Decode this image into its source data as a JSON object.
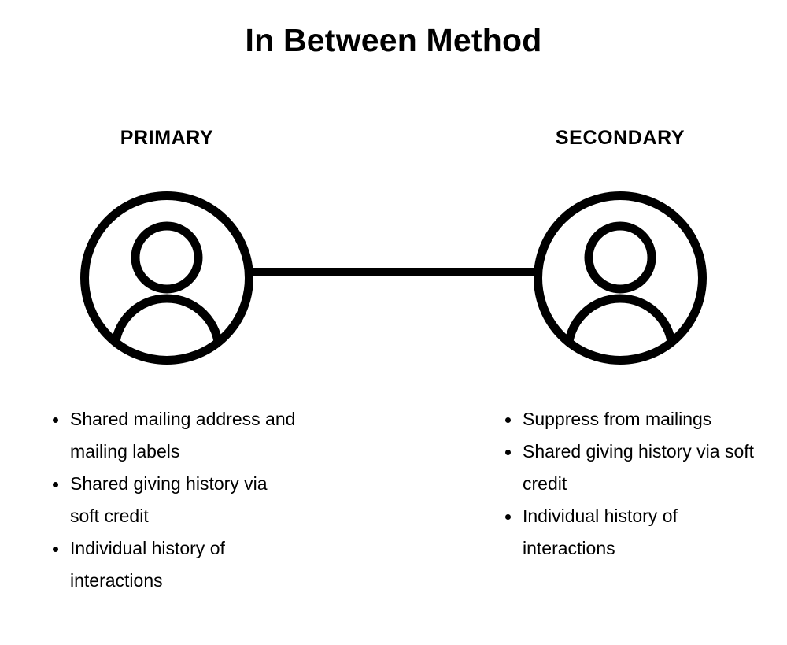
{
  "diagram": {
    "title": "In Between Method",
    "background_color": "#ffffff",
    "stroke_color": "#000000",
    "nodes": [
      {
        "id": "primary",
        "label": "PRIMARY",
        "icon": "person-avatar-icon",
        "bullets": [
          "Shared mailing address and mailing labels",
          "Shared giving history via soft credit",
          "Individual history of interactions"
        ]
      },
      {
        "id": "secondary",
        "label": "SECONDARY",
        "icon": "person-avatar-icon",
        "bullets": [
          "Suppress from mailings",
          "Shared giving history via soft credit",
          "Individual history of interactions"
        ]
      }
    ],
    "connector": {
      "name": "primary-secondary-link",
      "style": "solid-bar"
    }
  }
}
